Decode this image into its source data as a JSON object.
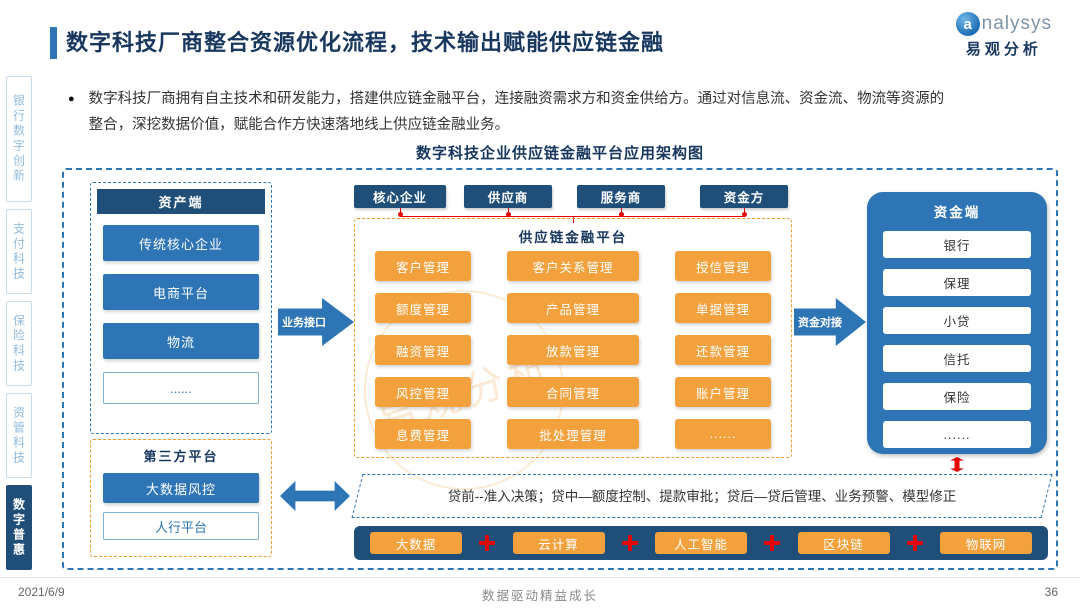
{
  "colors": {
    "accent_blue": "#2E75B6",
    "dark_navy": "#1F4E79",
    "orange": "#F2A13C",
    "red": "#E60000",
    "title_navy": "#17375E"
  },
  "header": {
    "title": "数字科技厂商整合资源优化流程，技术输出赋能供应链金融",
    "logo_icon": "a",
    "logo_text": "nalysys",
    "logo_subtext": "易观分析"
  },
  "intro": {
    "bullet": "●",
    "text": "数字科技厂商拥有自主技术和研发能力，搭建供应链金融平台，连接融资需求方和资金供给方。通过对信息流、资金流、物流等资源的整合，深挖数据价值，赋能合作方快速落地线上供应链金融业务。"
  },
  "diagram": {
    "title": "数字科技企业供应链金融平台应用架构图",
    "watermark": "易观分析",
    "side_tabs": [
      {
        "label": "银行数字创新",
        "active": false
      },
      {
        "label": "支付科技",
        "active": false
      },
      {
        "label": "保险科技",
        "active": false
      },
      {
        "label": "资管科技",
        "active": false
      },
      {
        "label": "数字普惠",
        "active": true
      }
    ],
    "asset_side": {
      "header": "资产端",
      "items": [
        "传统核心企业",
        "电商平台",
        "物流",
        "......"
      ]
    },
    "third_party": {
      "header": "第三方平台",
      "items": [
        "大数据风控",
        "人行平台"
      ]
    },
    "business_arrow": "业务接口",
    "funding_arrow": "资金对接",
    "top_tabs": [
      "核心企业",
      "供应商",
      "服务商",
      "资金方"
    ],
    "platform": {
      "title": "供应链金融平台",
      "col1": [
        "客户管理",
        "额度管理",
        "融资管理",
        "风控管理",
        "息费管理"
      ],
      "col2": [
        "客户关系管理",
        "产品管理",
        "放款管理",
        "合同管理",
        "批处理管理"
      ],
      "col3": [
        "授信管理",
        "单据管理",
        "还款管理",
        "账户管理",
        "......"
      ]
    },
    "funding_side": {
      "header": "资金端",
      "items": [
        "银行",
        "保理",
        "小贷",
        "信托",
        "保险",
        "......"
      ]
    },
    "loan_note": "贷前--准入决策；贷中—额度控制、提款审批；贷后—贷后管理、业务预警、模型修正",
    "tech_bar": [
      "大数据",
      "云计算",
      "人工智能",
      "区块链",
      "物联网"
    ]
  },
  "footer": {
    "date": "2021/6/9",
    "slogan": "数据驱动精益成长",
    "page": "36"
  }
}
